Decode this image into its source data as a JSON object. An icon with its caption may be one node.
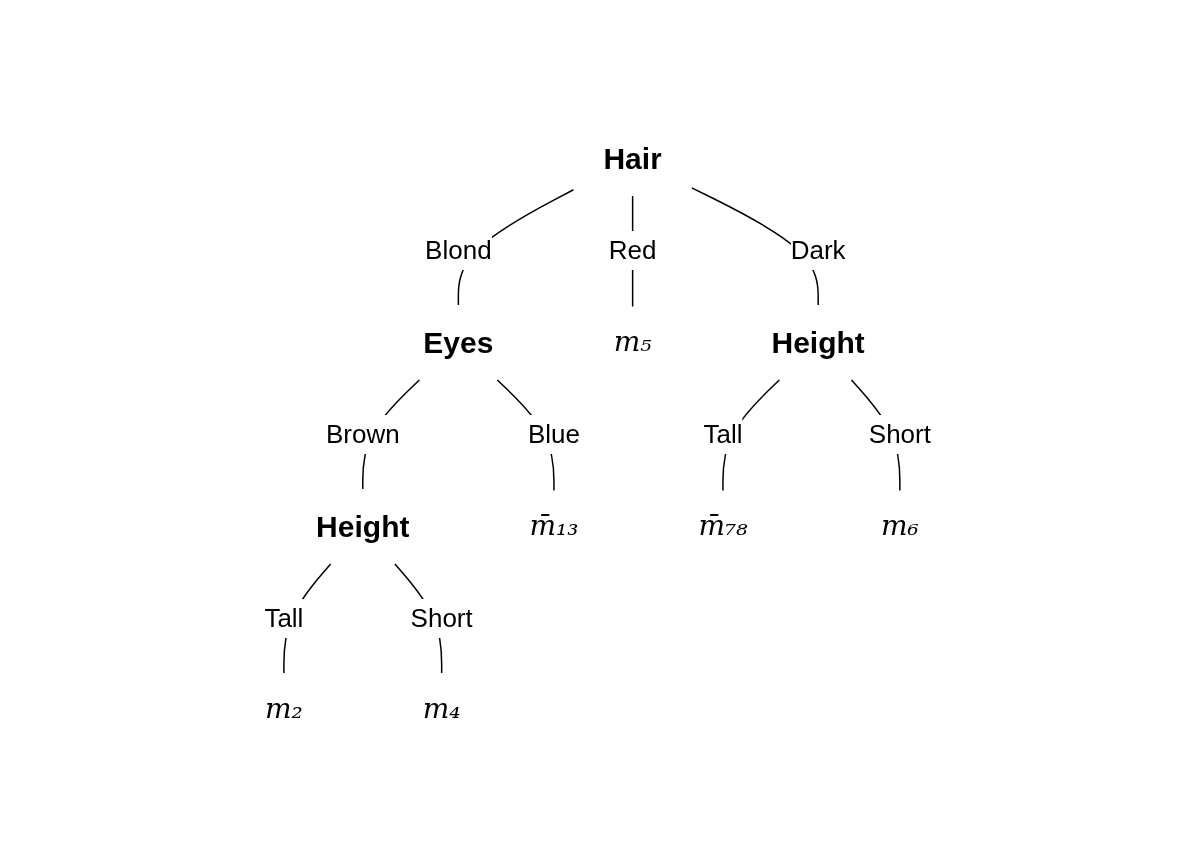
{
  "diagram": {
    "nodes": [
      {
        "text": [
          "Hair"
        ]
      },
      {
        "text": [
          "Eyes"
        ]
      },
      {
        "text": [
          "m₅"
        ]
      },
      {
        "text": [
          "Height"
        ]
      },
      {
        "text": [
          "Height"
        ]
      },
      {
        "text": [
          "m̄₁₃"
        ]
      },
      {
        "text": [
          "m̄₇₈"
        ]
      },
      {
        "text": [
          "m₆"
        ]
      },
      {
        "text": [
          "m₂"
        ]
      },
      {
        "text": [
          "m₄"
        ]
      }
    ],
    "edges": [
      {
        "from": 0,
        "to": 1,
        "arrow": "none",
        "label": "Blond"
      },
      {
        "from": 0,
        "to": 2,
        "arrow": "none",
        "label": "Red"
      },
      {
        "from": 0,
        "to": 3,
        "arrow": "none",
        "label": "Dark"
      },
      {
        "from": 1,
        "to": 4,
        "arrow": "none",
        "label": "Brown"
      },
      {
        "from": 1,
        "to": 5,
        "arrow": "none",
        "label": "Blue"
      },
      {
        "from": 3,
        "to": 6,
        "arrow": "none",
        "label": "Tall"
      },
      {
        "from": 3,
        "to": 7,
        "arrow": "none",
        "label": "Short"
      },
      {
        "from": 4,
        "to": 8,
        "arrow": "none",
        "label": "Tall"
      },
      {
        "from": 4,
        "to": 9,
        "arrow": "none",
        "label": "Short"
      }
    ]
  }
}
